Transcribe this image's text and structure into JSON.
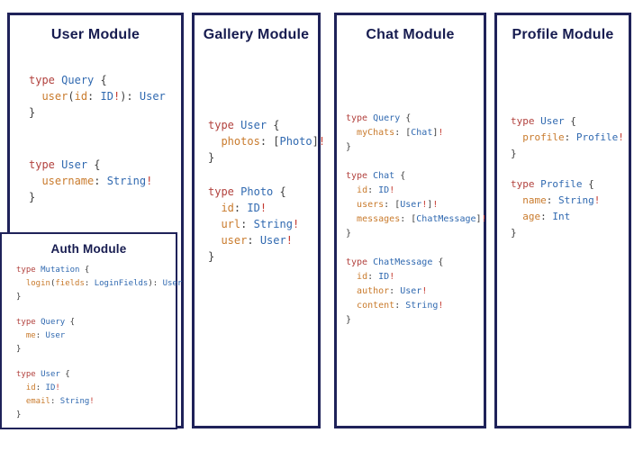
{
  "colors": {
    "border": "#1f2259",
    "title": "#171c50",
    "keyword": "#b2423e",
    "typename": "#3069b0",
    "field": "#c97b2d",
    "punct": "#3d3d3d",
    "bang": "#c43a30"
  },
  "modules": [
    {
      "title": "User Module",
      "blocks": [
        [
          [
            [
              "k",
              "type"
            ],
            [
              "p",
              " "
            ],
            [
              "t",
              "Query"
            ],
            [
              "p",
              " {"
            ]
          ],
          [
            [
              "p",
              "  "
            ],
            [
              "f",
              "user"
            ],
            [
              "p",
              "("
            ],
            [
              "f",
              "id"
            ],
            [
              "p",
              ": "
            ],
            [
              "t",
              "ID"
            ],
            [
              "b",
              "!"
            ],
            [
              "p",
              "): "
            ],
            [
              "t",
              "User"
            ]
          ],
          [
            [
              "p",
              "}"
            ]
          ]
        ],
        [
          [
            [
              "k",
              "type"
            ],
            [
              "p",
              " "
            ],
            [
              "t",
              "User"
            ],
            [
              "p",
              " {"
            ]
          ],
          [
            [
              "p",
              "  "
            ],
            [
              "f",
              "username"
            ],
            [
              "p",
              ": "
            ],
            [
              "t",
              "String"
            ],
            [
              "b",
              "!"
            ]
          ],
          [
            [
              "p",
              "}"
            ]
          ]
        ]
      ]
    },
    {
      "title": "Gallery Module",
      "blocks": [
        [
          [
            [
              "k",
              "type"
            ],
            [
              "p",
              " "
            ],
            [
              "t",
              "User"
            ],
            [
              "p",
              " {"
            ]
          ],
          [
            [
              "p",
              "  "
            ],
            [
              "f",
              "photos"
            ],
            [
              "p",
              ": ["
            ],
            [
              "t",
              "Photo"
            ],
            [
              "p",
              "]"
            ],
            [
              "b",
              "!"
            ]
          ],
          [
            [
              "p",
              "}"
            ]
          ]
        ],
        [
          [
            [
              "k",
              "type"
            ],
            [
              "p",
              " "
            ],
            [
              "t",
              "Photo"
            ],
            [
              "p",
              " {"
            ]
          ],
          [
            [
              "p",
              "  "
            ],
            [
              "f",
              "id"
            ],
            [
              "p",
              ": "
            ],
            [
              "t",
              "ID"
            ],
            [
              "b",
              "!"
            ]
          ],
          [
            [
              "p",
              "  "
            ],
            [
              "f",
              "url"
            ],
            [
              "p",
              ": "
            ],
            [
              "t",
              "String"
            ],
            [
              "b",
              "!"
            ]
          ],
          [
            [
              "p",
              "  "
            ],
            [
              "f",
              "user"
            ],
            [
              "p",
              ": "
            ],
            [
              "t",
              "User"
            ],
            [
              "b",
              "!"
            ]
          ],
          [
            [
              "p",
              "}"
            ]
          ]
        ]
      ]
    },
    {
      "title": "Chat Module",
      "blocks": [
        [
          [
            [
              "k",
              "type"
            ],
            [
              "p",
              " "
            ],
            [
              "t",
              "Query"
            ],
            [
              "p",
              " {"
            ]
          ],
          [
            [
              "p",
              "  "
            ],
            [
              "f",
              "myChats"
            ],
            [
              "p",
              ": ["
            ],
            [
              "t",
              "Chat"
            ],
            [
              "p",
              "]"
            ],
            [
              "b",
              "!"
            ]
          ],
          [
            [
              "p",
              "}"
            ]
          ]
        ],
        [
          [
            [
              "k",
              "type"
            ],
            [
              "p",
              " "
            ],
            [
              "t",
              "Chat"
            ],
            [
              "p",
              " {"
            ]
          ],
          [
            [
              "p",
              "  "
            ],
            [
              "f",
              "id"
            ],
            [
              "p",
              ": "
            ],
            [
              "t",
              "ID"
            ],
            [
              "b",
              "!"
            ]
          ],
          [
            [
              "p",
              "  "
            ],
            [
              "f",
              "users"
            ],
            [
              "p",
              ": ["
            ],
            [
              "t",
              "User"
            ],
            [
              "b",
              "!"
            ],
            [
              "p",
              "]"
            ],
            [
              "b",
              "!"
            ]
          ],
          [
            [
              "p",
              "  "
            ],
            [
              "f",
              "messages"
            ],
            [
              "p",
              ": ["
            ],
            [
              "t",
              "ChatMessage"
            ],
            [
              "p",
              "]"
            ],
            [
              "b",
              "!"
            ]
          ],
          [
            [
              "p",
              "}"
            ]
          ]
        ],
        [
          [
            [
              "k",
              "type"
            ],
            [
              "p",
              " "
            ],
            [
              "t",
              "ChatMessage"
            ],
            [
              "p",
              " {"
            ]
          ],
          [
            [
              "p",
              "  "
            ],
            [
              "f",
              "id"
            ],
            [
              "p",
              ": "
            ],
            [
              "t",
              "ID"
            ],
            [
              "b",
              "!"
            ]
          ],
          [
            [
              "p",
              "  "
            ],
            [
              "f",
              "author"
            ],
            [
              "p",
              ": "
            ],
            [
              "t",
              "User"
            ],
            [
              "b",
              "!"
            ]
          ],
          [
            [
              "p",
              "  "
            ],
            [
              "f",
              "content"
            ],
            [
              "p",
              ": "
            ],
            [
              "t",
              "String"
            ],
            [
              "b",
              "!"
            ]
          ],
          [
            [
              "p",
              "}"
            ]
          ]
        ]
      ]
    },
    {
      "title": "Profile Module",
      "blocks": [
        [
          [
            [
              "k",
              "type"
            ],
            [
              "p",
              " "
            ],
            [
              "t",
              "User"
            ],
            [
              "p",
              " {"
            ]
          ],
          [
            [
              "p",
              "  "
            ],
            [
              "f",
              "profile"
            ],
            [
              "p",
              ": "
            ],
            [
              "t",
              "Profile"
            ],
            [
              "b",
              "!"
            ]
          ],
          [
            [
              "p",
              "}"
            ]
          ]
        ],
        [
          [
            [
              "k",
              "type"
            ],
            [
              "p",
              " "
            ],
            [
              "t",
              "Profile"
            ],
            [
              "p",
              " {"
            ]
          ],
          [
            [
              "p",
              "  "
            ],
            [
              "f",
              "name"
            ],
            [
              "p",
              ": "
            ],
            [
              "t",
              "String"
            ],
            [
              "b",
              "!"
            ]
          ],
          [
            [
              "p",
              "  "
            ],
            [
              "f",
              "age"
            ],
            [
              "p",
              ": "
            ],
            [
              "t",
              "Int"
            ]
          ],
          [
            [
              "p",
              "}"
            ]
          ]
        ]
      ]
    }
  ],
  "auth": {
    "title": "Auth Module",
    "blocks": [
      [
        [
          [
            "k",
            "type"
          ],
          [
            "p",
            " "
          ],
          [
            "t",
            "Mutation"
          ],
          [
            "p",
            " {"
          ]
        ],
        [
          [
            "p",
            "  "
          ],
          [
            "f",
            "login"
          ],
          [
            "p",
            "("
          ],
          [
            "f",
            "fields"
          ],
          [
            "p",
            ": "
          ],
          [
            "t",
            "LoginFields"
          ],
          [
            "p",
            "): "
          ],
          [
            "t",
            "User"
          ]
        ],
        [
          [
            "p",
            "}"
          ]
        ]
      ],
      [
        [
          [
            "k",
            "type"
          ],
          [
            "p",
            " "
          ],
          [
            "t",
            "Query"
          ],
          [
            "p",
            " {"
          ]
        ],
        [
          [
            "p",
            "  "
          ],
          [
            "f",
            "me"
          ],
          [
            "p",
            ": "
          ],
          [
            "t",
            "User"
          ]
        ],
        [
          [
            "p",
            "}"
          ]
        ]
      ],
      [
        [
          [
            "k",
            "type"
          ],
          [
            "p",
            " "
          ],
          [
            "t",
            "User"
          ],
          [
            "p",
            " {"
          ]
        ],
        [
          [
            "p",
            "  "
          ],
          [
            "f",
            "id"
          ],
          [
            "p",
            ": "
          ],
          [
            "t",
            "ID"
          ],
          [
            "b",
            "!"
          ]
        ],
        [
          [
            "p",
            "  "
          ],
          [
            "f",
            "email"
          ],
          [
            "p",
            ": "
          ],
          [
            "t",
            "String"
          ],
          [
            "b",
            "!"
          ]
        ],
        [
          [
            "p",
            "}"
          ]
        ]
      ]
    ]
  }
}
